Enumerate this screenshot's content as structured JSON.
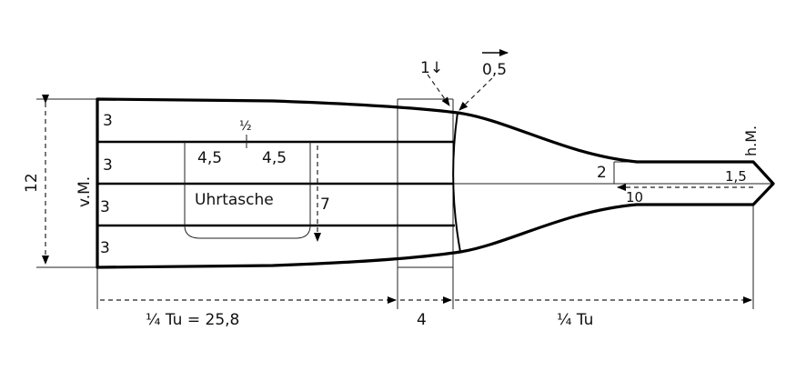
{
  "labels": {
    "row_1": "3",
    "row_2": "3",
    "row_3": "3",
    "row_4": "3",
    "half": "½",
    "pocket_left": "4,5",
    "pocket_right": "4,5",
    "pocket_name": "Uhrtasche",
    "pocket_depth": "7",
    "height": "12",
    "front_middle": "v.M.",
    "back_middle": "h.M.",
    "dart_down": "1↓",
    "shift_right": "0,5",
    "band_height": "2",
    "tip": "1,5",
    "band_length": "10",
    "quarter_waist": "¼ Tu = 25,8",
    "overlap": "4",
    "quarter_waist_back": "¼ Tu"
  }
}
